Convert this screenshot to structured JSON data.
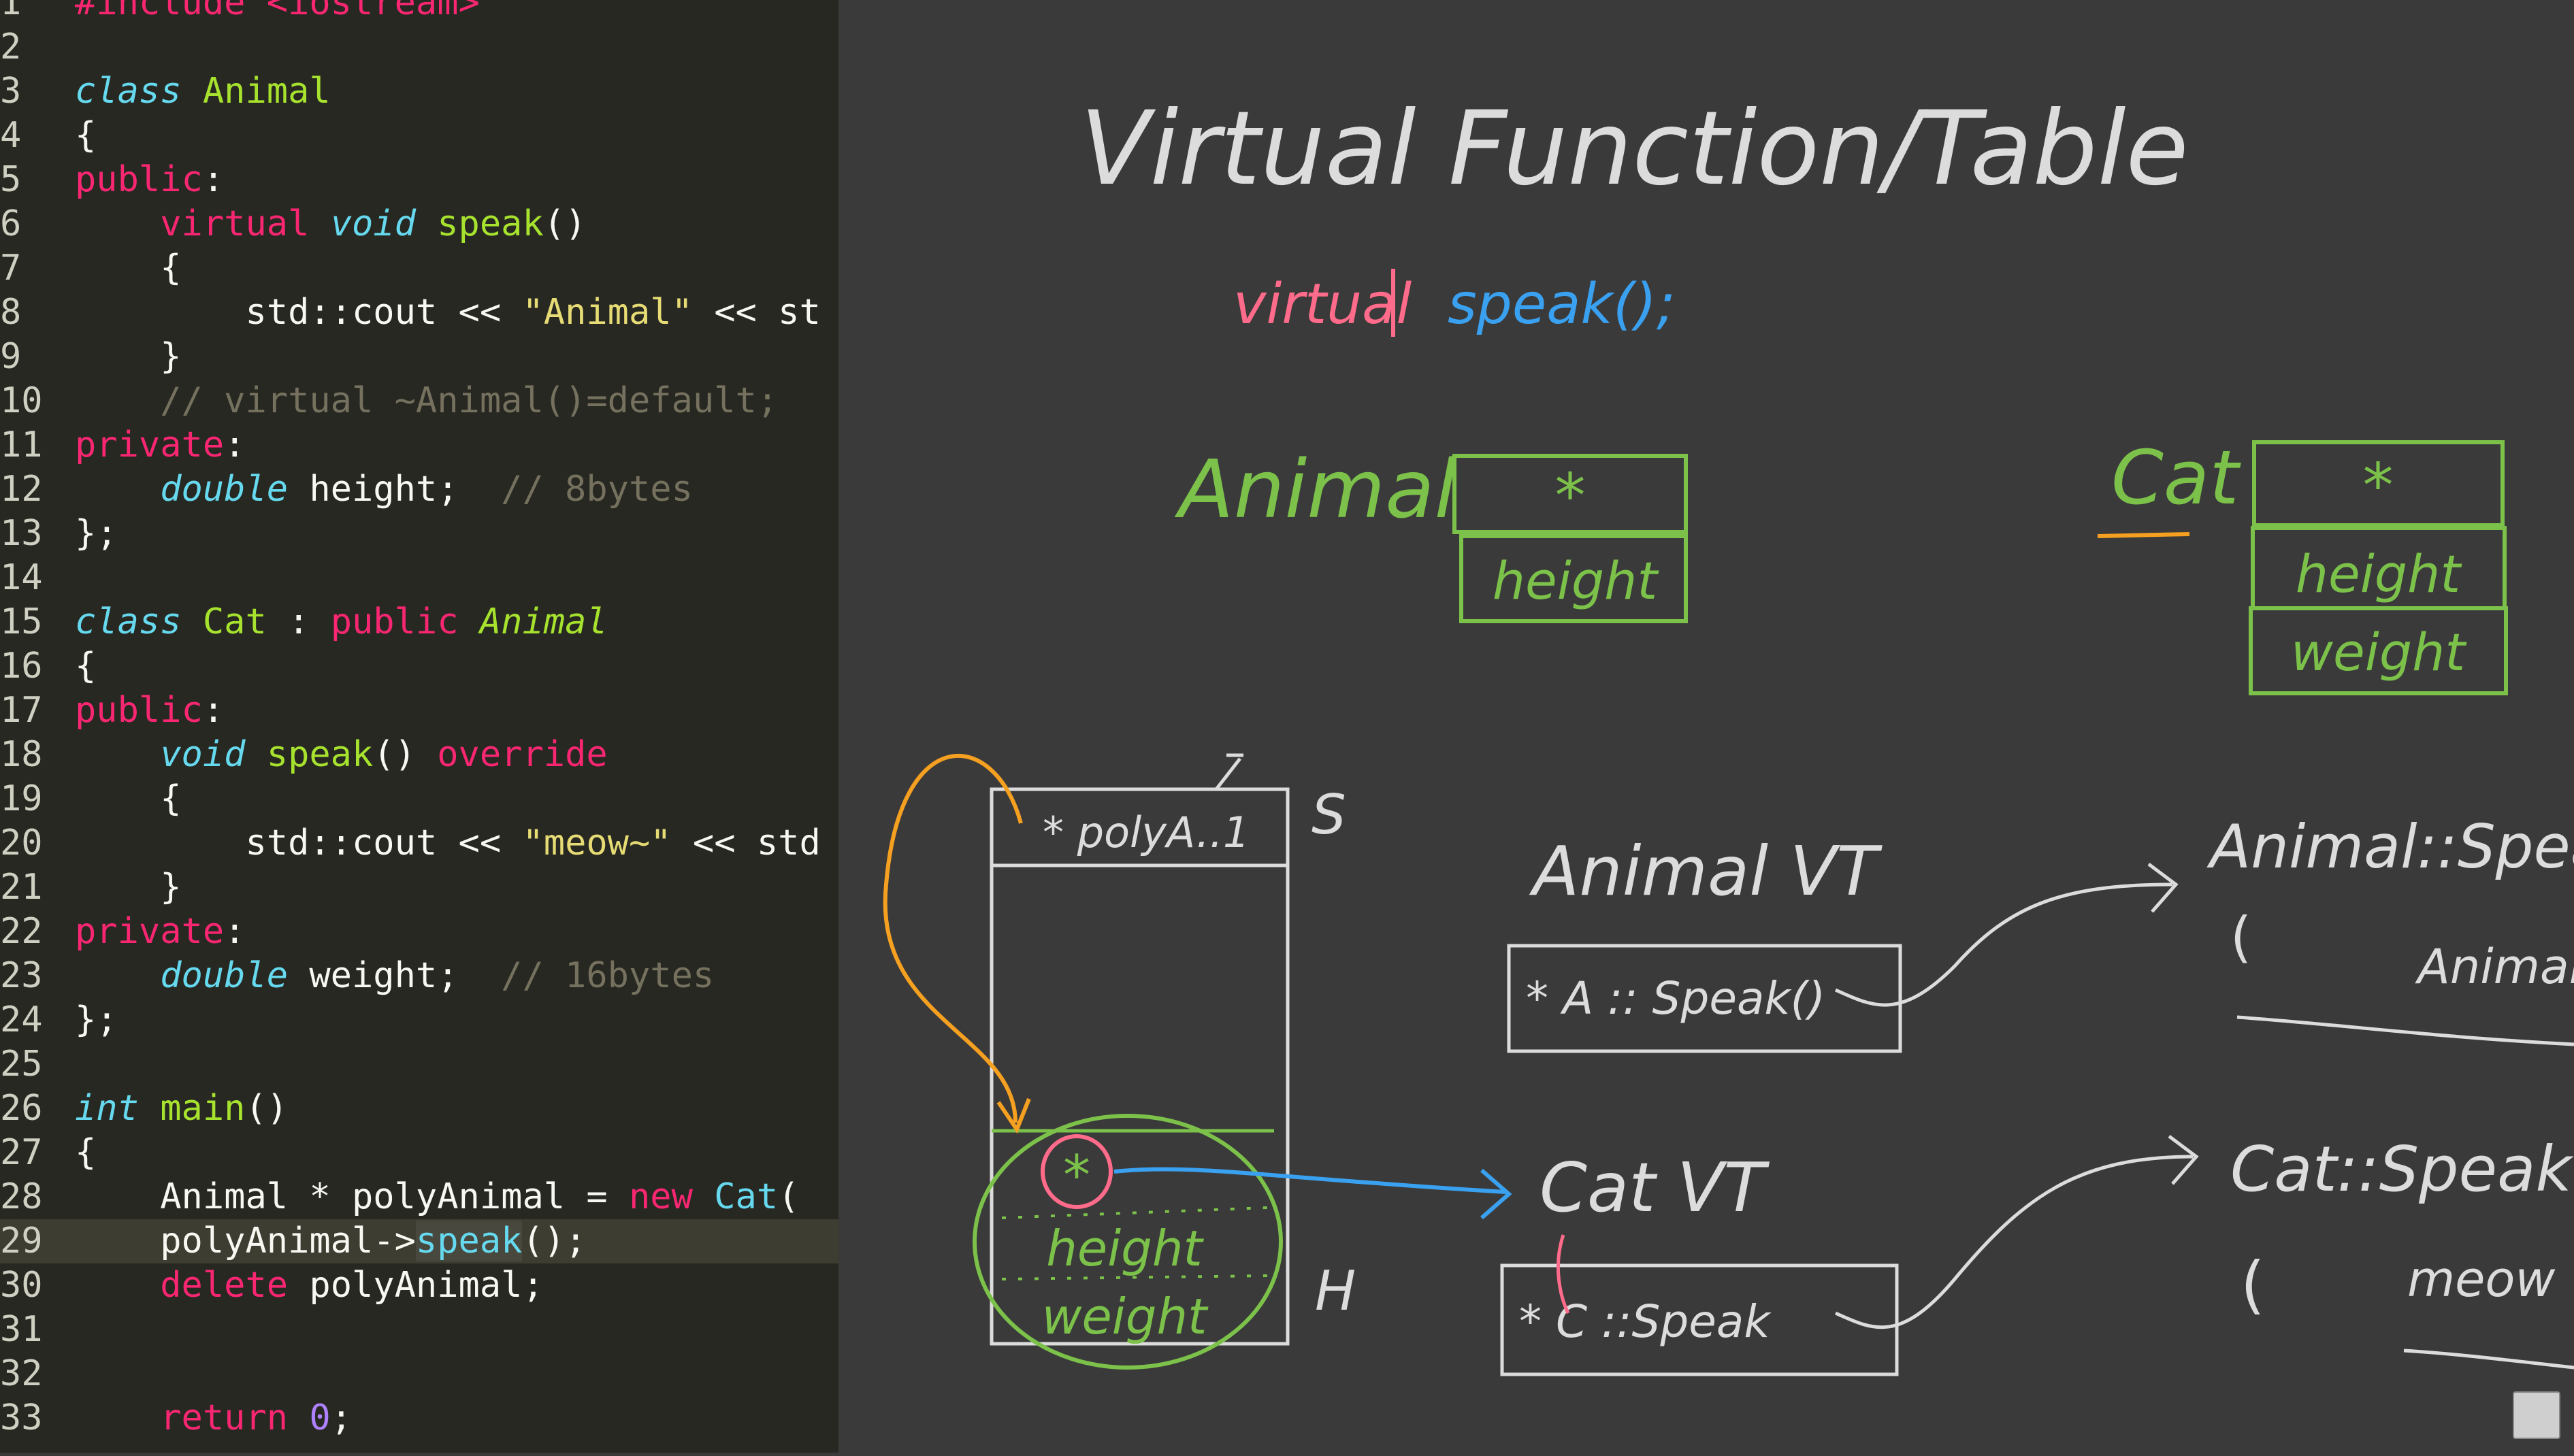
{
  "editor": {
    "active_line": 29,
    "lines": [
      [
        {
          "t": "#include <iostream>",
          "c": "kw"
        }
      ],
      [],
      [
        {
          "t": "class ",
          "c": "it"
        },
        {
          "t": "Animal",
          "c": "cls"
        }
      ],
      [
        {
          "t": "{"
        }
      ],
      [
        {
          "t": "public",
          "c": "kw"
        },
        {
          "t": ":"
        }
      ],
      [
        {
          "t": "    virtual ",
          "c": "kw"
        },
        {
          "t": "void ",
          "c": "it"
        },
        {
          "t": "speak",
          "c": "fn"
        },
        {
          "t": "()"
        }
      ],
      [
        {
          "t": "    {"
        }
      ],
      [
        {
          "t": "        std::cout << "
        },
        {
          "t": "\"Animal\"",
          "c": "str"
        },
        {
          "t": " << st"
        }
      ],
      [
        {
          "t": "    }"
        }
      ],
      [
        {
          "t": "    // virtual ~Animal()=default;",
          "c": "cmt"
        }
      ],
      [
        {
          "t": "private",
          "c": "kw"
        },
        {
          "t": ":"
        }
      ],
      [
        {
          "t": "    double ",
          "c": "it"
        },
        {
          "t": "height;  "
        },
        {
          "t": "// 8bytes",
          "c": "cmt"
        }
      ],
      [
        {
          "t": "};"
        }
      ],
      [],
      [
        {
          "t": "class ",
          "c": "it"
        },
        {
          "t": "Cat",
          "c": "cls"
        },
        {
          "t": " : "
        },
        {
          "t": "public ",
          "c": "kw"
        },
        {
          "t": "Animal",
          "c": "cls-it"
        }
      ],
      [
        {
          "t": "{"
        }
      ],
      [
        {
          "t": "public",
          "c": "kw"
        },
        {
          "t": ":"
        }
      ],
      [
        {
          "t": "    void ",
          "c": "it"
        },
        {
          "t": "speak",
          "c": "fn"
        },
        {
          "t": "() "
        },
        {
          "t": "override",
          "c": "kw"
        }
      ],
      [
        {
          "t": "    {"
        }
      ],
      [
        {
          "t": "        std::cout << "
        },
        {
          "t": "\"meow~\"",
          "c": "str"
        },
        {
          "t": " << std"
        }
      ],
      [
        {
          "t": "    }"
        }
      ],
      [
        {
          "t": "private",
          "c": "kw"
        },
        {
          "t": ":"
        }
      ],
      [
        {
          "t": "    double ",
          "c": "it"
        },
        {
          "t": "weight;  "
        },
        {
          "t": "// 16bytes",
          "c": "cmt"
        }
      ],
      [
        {
          "t": "};"
        }
      ],
      [],
      [
        {
          "t": "int ",
          "c": "it"
        },
        {
          "t": "main",
          "c": "fn"
        },
        {
          "t": "()"
        }
      ],
      [
        {
          "t": "{"
        }
      ],
      [
        {
          "t": "    Animal * polyAnimal = "
        },
        {
          "t": "new ",
          "c": "kw"
        },
        {
          "t": "Cat",
          "c": "type"
        },
        {
          "t": "("
        }
      ],
      [
        {
          "t": "    polyAnimal->"
        },
        {
          "t": "speak",
          "c": "type sel"
        },
        {
          "t": "();"
        }
      ],
      [
        {
          "t": "    "
        },
        {
          "t": "delete ",
          "c": "kw"
        },
        {
          "t": "polyAnimal;"
        }
      ],
      [],
      [],
      [
        {
          "t": "    "
        },
        {
          "t": "return ",
          "c": "kw"
        },
        {
          "t": "0",
          "c": "num-lit"
        },
        {
          "t": ";"
        }
      ]
    ]
  },
  "whiteboard": {
    "title": "Virtual Function/Table",
    "virtual_kw": "virtual",
    "virtual_rest": "speak();",
    "animal_label": "Animal",
    "cat_label": "Cat",
    "star": "*",
    "height": "height",
    "weight": "weight",
    "polyA_cell": "* polyA..1",
    "stack_label": "S",
    "heap_label": "H",
    "animal_vt": "Animal VT",
    "cat_vt": "Cat VT",
    "animal_vt_entry": "* A :: Speak()",
    "cat_vt_entry": "* C ::Speak",
    "animal_speak_fn": "Animal::Speak(",
    "animal_speak_body_open": "(",
    "animal_speak_body": "Animal",
    "cat_speak_fn": "Cat::Speak(",
    "cat_speak_body_open": "(",
    "cat_speak_body": "meow"
  },
  "colors": {
    "chalk_white": "#dcdcdc",
    "chalk_green": "#7cc24a",
    "chalk_pink": "#ff6b8a",
    "chalk_blue": "#3aa0f0",
    "chalk_orange": "#f5a020"
  }
}
